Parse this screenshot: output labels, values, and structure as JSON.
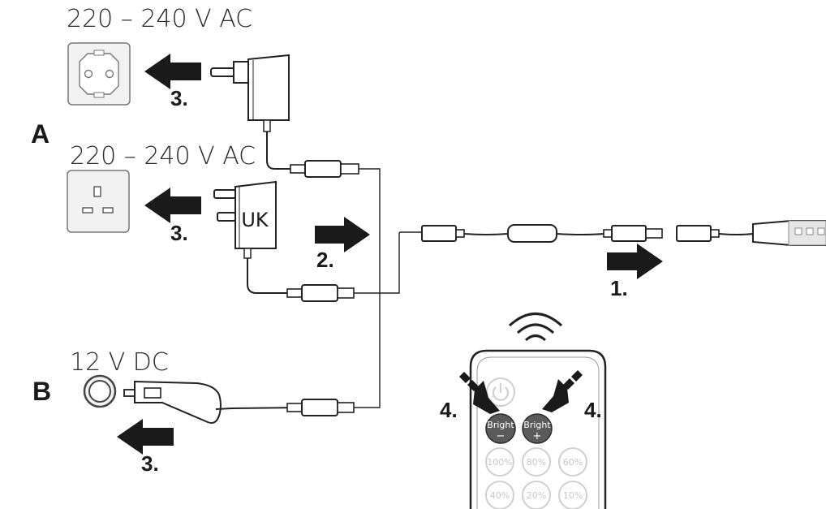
{
  "sections": {
    "a": {
      "label": "A"
    },
    "b": {
      "label": "B"
    }
  },
  "voltages": {
    "eu": "220 – 240 V AC",
    "uk": "220 – 240 V AC",
    "car": "12 V DC"
  },
  "adapter_uk_label": "UK",
  "steps": {
    "connect_strip": "1.",
    "connect_adapter": "2.",
    "plug_eu": "3.",
    "plug_uk": "3.",
    "plug_car": "3.",
    "press_left": "4.",
    "press_right": "4."
  },
  "remote": {
    "bright_minus": {
      "label": "Bright",
      "sign": "−"
    },
    "bright_plus": {
      "label": "Bright",
      "sign": "+"
    },
    "percent_row1": [
      "100%",
      "80%",
      "60%"
    ],
    "percent_row2": [
      "40%",
      "20%",
      "10%"
    ]
  },
  "colors": {
    "ink": "#222222",
    "button": "#5a5a5a",
    "faded": "#c8c8c8",
    "socket_fill": "#f2f2f2"
  }
}
